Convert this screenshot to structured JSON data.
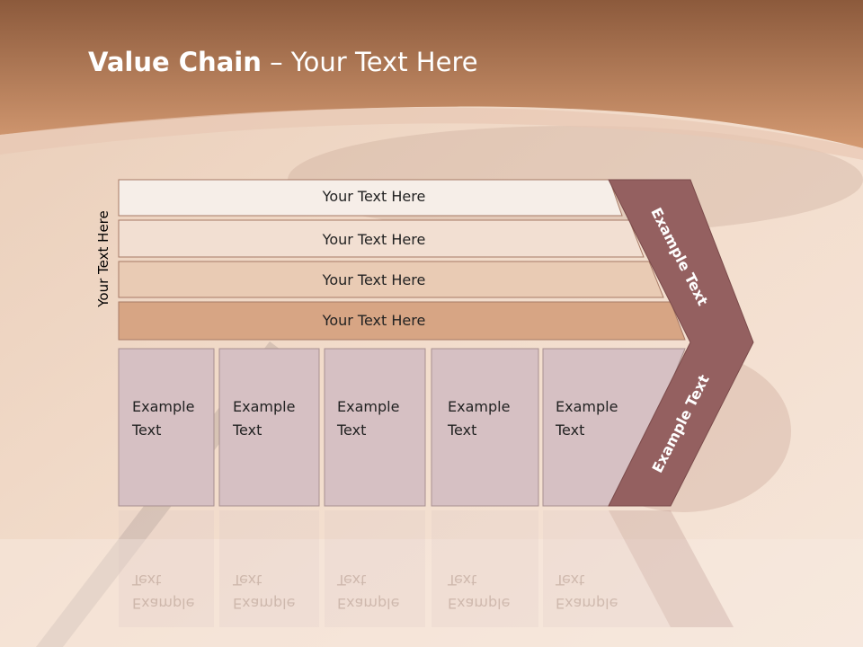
{
  "title": {
    "bold": "Value Chain",
    "rest": " – Your Text Here"
  },
  "side_label": "Your Text Here",
  "rows": [
    "Your Text Here",
    "Your Text Here",
    "Your Text Here",
    "Your Text Here"
  ],
  "cells": [
    "Example\nText",
    "Example\nText",
    "Example\nText",
    "Example\nText",
    "Example\nText"
  ],
  "chevron_top_label": "Example Text",
  "chevron_bottom_label": "Example Text",
  "colors": {
    "header": "#c98a63",
    "row1": "#f6eee8",
    "row2": "#f2dfd2",
    "row3": "#e9cbb4",
    "row4": "#d7a584",
    "cell": "#d6c0c3",
    "chevron": "#946060"
  }
}
